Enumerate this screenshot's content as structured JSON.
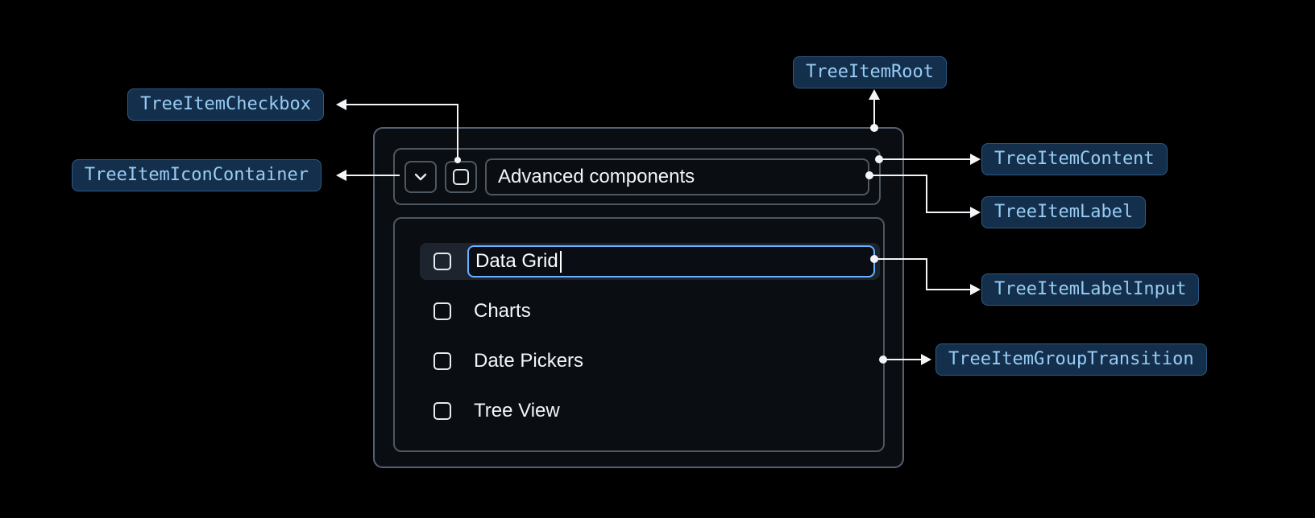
{
  "badges": {
    "tree_item_root": "TreeItemRoot",
    "tree_item_checkbox": "TreeItemCheckbox",
    "tree_item_icon_container": "TreeItemIconContainer",
    "tree_item_content": "TreeItemContent",
    "tree_item_label": "TreeItemLabel",
    "tree_item_label_input": "TreeItemLabelInput",
    "tree_item_group_transition": "TreeItemGroupTransition"
  },
  "tree": {
    "parent_label": "Advanced components",
    "parent_expanded": true,
    "editing_item": {
      "input_value": "Data Grid",
      "caret_visible": true,
      "checkbox_checked": false
    },
    "children": [
      "Charts",
      "Date Pickers",
      "Tree View"
    ]
  },
  "colors": {
    "background": "#000000",
    "badge_background": "#132F4C",
    "badge_border": "#2E5A87",
    "badge_text": "#99CCF3",
    "component_border": "#4d5863",
    "root_border": "#566170",
    "root_background": "#0a0d11",
    "editing_row_background": "#1d242d",
    "input_border": "#66B2FF",
    "input_background": "#0a0e14",
    "text": "#F3F6F9",
    "connector": "#F3F6F9"
  }
}
